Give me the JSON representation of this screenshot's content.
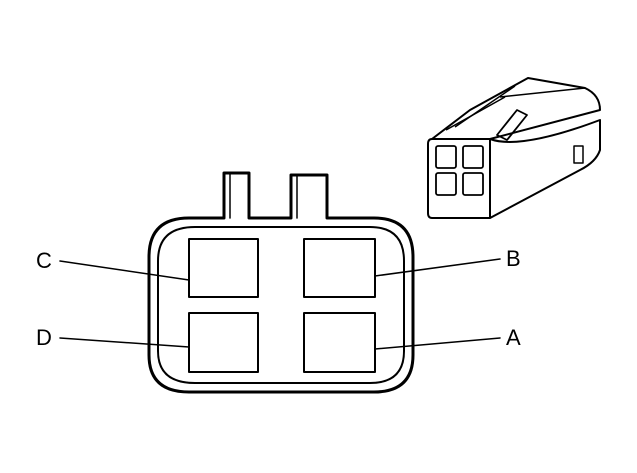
{
  "pin_labels": {
    "a": "A",
    "b": "B",
    "c": "C",
    "d": "D"
  },
  "colors": {
    "stroke": "#000000",
    "background": "#ffffff"
  }
}
